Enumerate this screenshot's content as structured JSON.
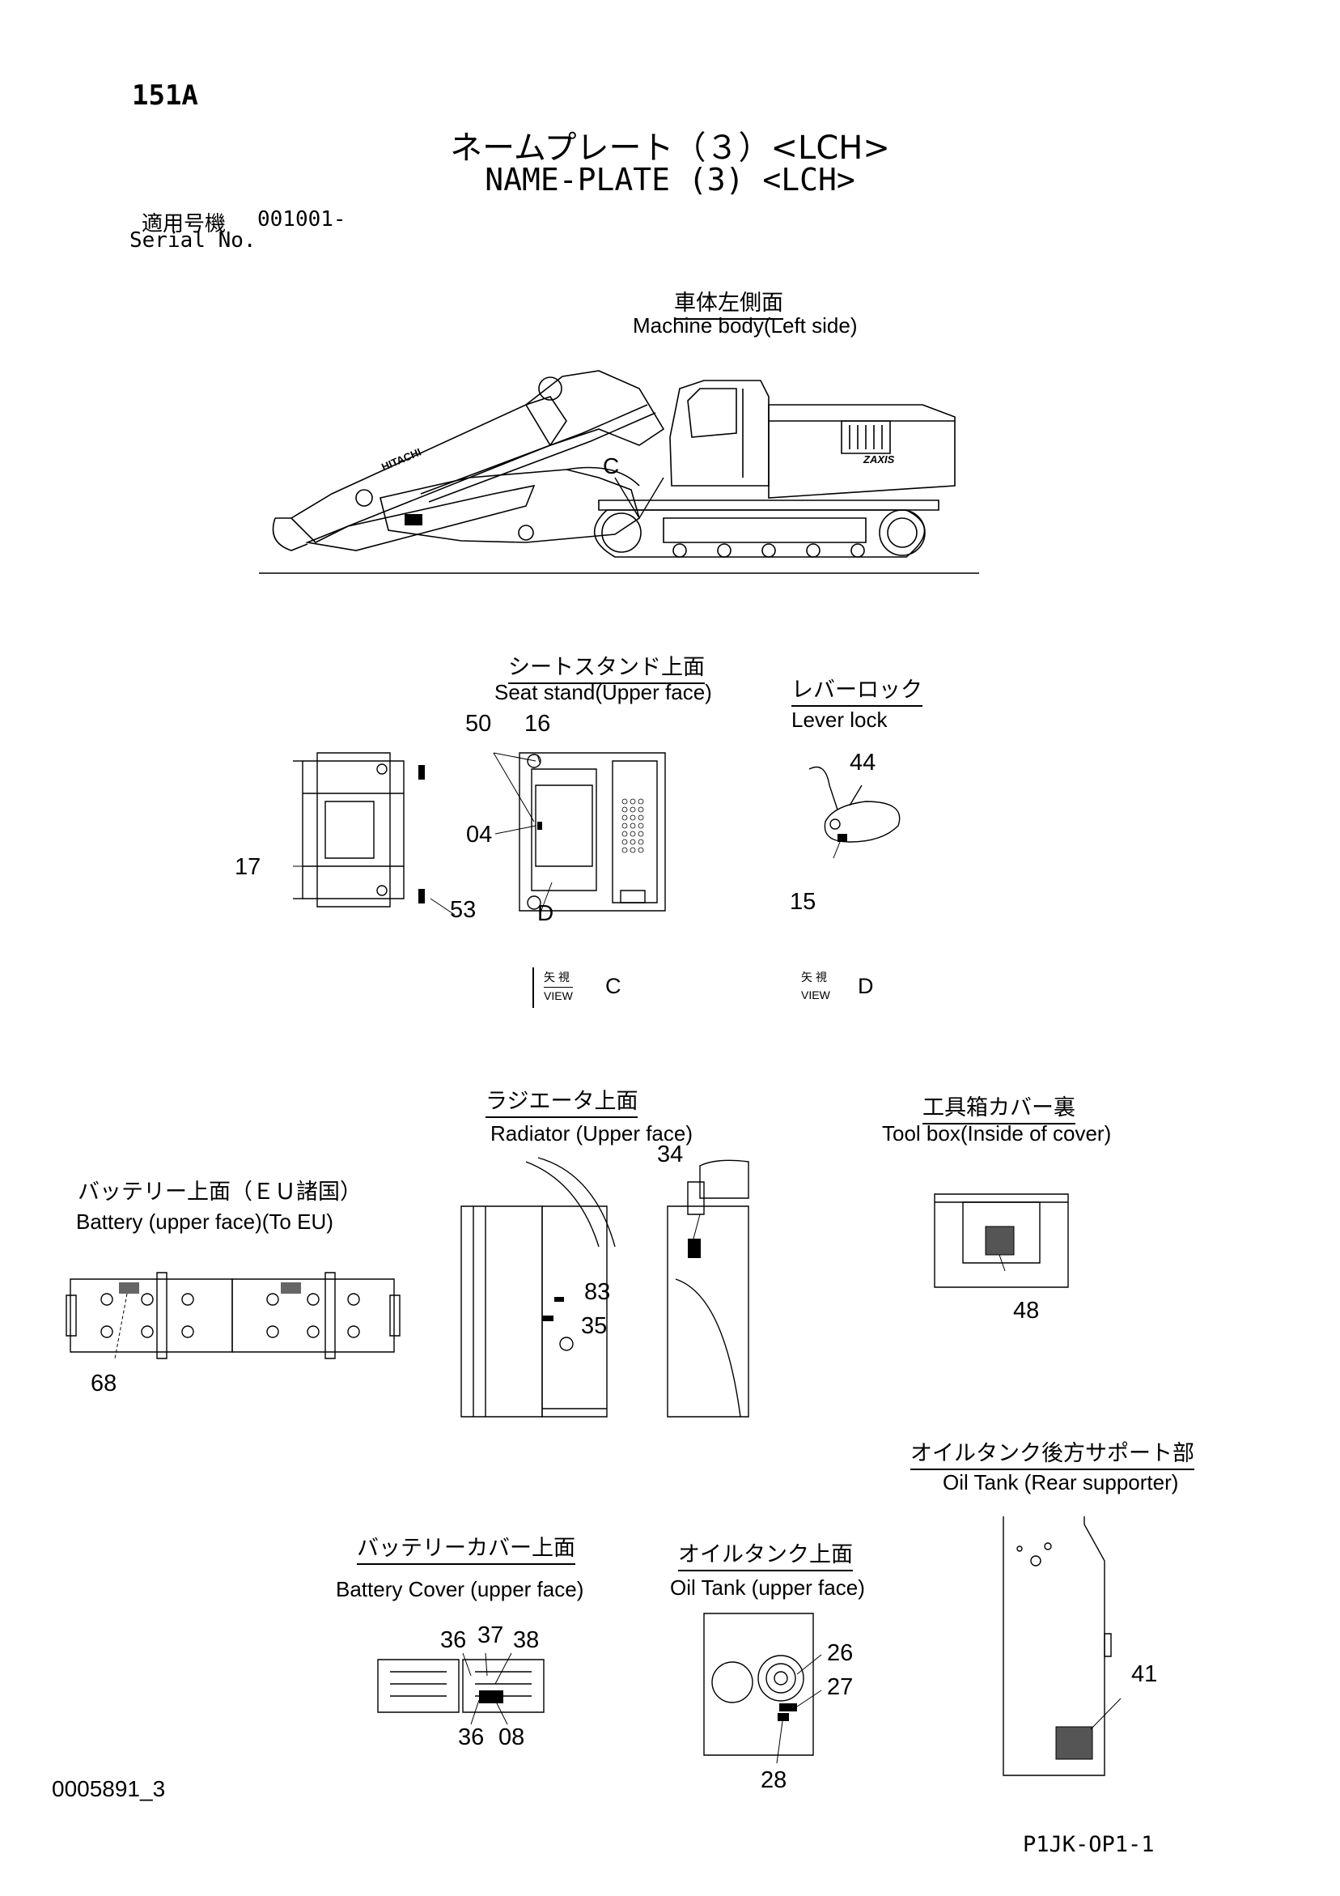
{
  "header": {
    "page_number": "151A",
    "title_jp": "ネームプレート（３）<LCH>",
    "title_en": "NAME-PLATE (3) <LCH>",
    "serial_label_jp": "適用号機",
    "serial_value": "001001-",
    "serial_label_en": "Serial No."
  },
  "machine_body": {
    "caption_jp": "車体左側面",
    "caption_en": "Machine body(Left side)",
    "view_marker": "C",
    "boom_logo": "HITACHI",
    "model_logo": "ZAXIS"
  },
  "seat_stand": {
    "caption_jp": "シートスタンド上面",
    "caption_en": "Seat stand(Upper face)",
    "callouts": [
      "50",
      "16",
      "04",
      "17",
      "53"
    ],
    "view_marker": "D"
  },
  "lever_lock": {
    "caption_jp": "レバーロック",
    "caption_en": "Lever lock",
    "callouts": [
      "44",
      "15"
    ]
  },
  "views": [
    {
      "jp": "矢 視",
      "en": "VIEW",
      "letter": "C"
    },
    {
      "jp": "矢 視",
      "en": "VIEW",
      "letter": "D"
    }
  ],
  "radiator": {
    "caption_jp": "ラジエータ上面",
    "caption_en": "Radiator (Upper face)",
    "callouts": [
      "34",
      "83",
      "35"
    ]
  },
  "tool_box": {
    "caption_jp": "工具箱カバー裏",
    "caption_en": "Tool box(Inside of cover)",
    "callouts": [
      "48"
    ]
  },
  "battery": {
    "caption_jp": "バッテリー上面（ＥＵ諸国）",
    "caption_en": "Battery (upper face)(To EU)",
    "callouts": [
      "68"
    ]
  },
  "oil_tank_rear": {
    "caption_jp": "オイルタンク後方サポート部",
    "caption_en": "Oil Tank (Rear supporter)",
    "callouts": [
      "41"
    ]
  },
  "battery_cover": {
    "caption_jp": "バッテリーカバー上面",
    "caption_en": "Battery Cover (upper face)",
    "callouts": [
      "36",
      "37",
      "38",
      "36",
      "08"
    ]
  },
  "oil_tank_upper": {
    "caption_jp": "オイルタンク上面",
    "caption_en": "Oil Tank (upper face)",
    "callouts": [
      "26",
      "27",
      "28"
    ]
  },
  "footer": {
    "doc_id": "0005891_3",
    "page_code": "P1JK-OP1-1"
  }
}
